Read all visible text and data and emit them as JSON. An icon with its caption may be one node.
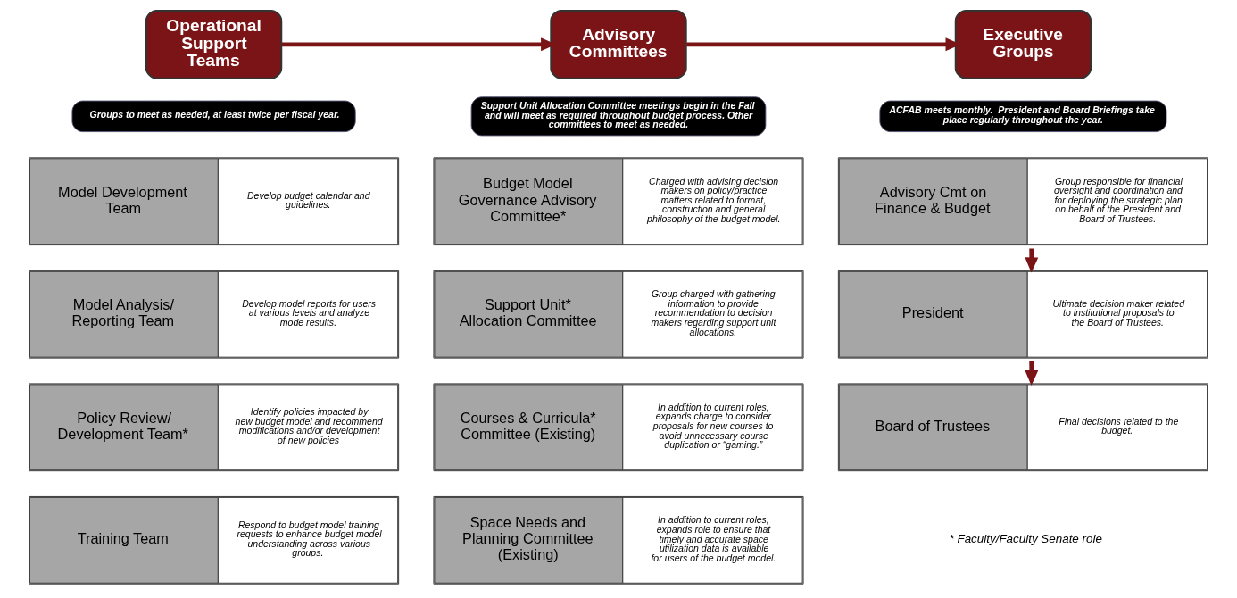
{
  "diagram": {
    "nodes": [
      {
        "text": [
          "Operational Support Teams"
        ]
      },
      {
        "text": [
          "Advisory Committees"
        ]
      },
      {
        "text": [
          "Executive Groups"
        ]
      },
      {
        "text": [
          "Groups to meet as needed, at least twice per fiscal year."
        ]
      },
      {
        "text": [
          "Support Unit Allocation Committee meetings begin in the Fall and will meet as required throughout budget process. Other committees to meet as needed."
        ]
      },
      {
        "text": [
          "ACFAB meets monthly.  President and Board Briefings take place regularly throughout the year."
        ]
      },
      {
        "text": [
          "Model Development Team",
          "Develop budget calendar and guidelines."
        ]
      },
      {
        "text": [
          "Model Analysis/ Reporting Team",
          "Develop model reports for users at various levels and analyze mode results."
        ]
      },
      {
        "text": [
          "Policy Review/ Development Team*",
          "Identify policies impacted by new budget model and recommend modifications and/or development of new policies"
        ]
      },
      {
        "text": [
          "Training Team",
          "Respond to budget model training requests to enhance budget model understanding across various groups."
        ]
      },
      {
        "text": [
          "Budget Model Governance Advisory Committee*",
          "Charged with advising decision makers on policy/practice matters related to format, construction and general philosophy of the budget model."
        ]
      },
      {
        "text": [
          "Support Unit* Allocation Committee",
          "Group charged with gathering information to provide recommendation to decision makers regarding support unit allocations."
        ]
      },
      {
        "text": [
          "Courses & Curricula* Committee (Existing)",
          "In addition to current roles, expands charge to consider proposals for new courses to avoid unnecessary course duplication or “gaming.”"
        ]
      },
      {
        "text": [
          "Space Needs and Planning Committee (Existing)",
          "In addition to current roles, expands role to ensure that timely and accurate space utilization data is available for users of the budget model."
        ]
      },
      {
        "text": [
          "Advisory Cmt on Finance & Budget",
          "Group responsible for financial oversight and coordination and for deploying the strategic plan on behalf of the President and Board of Trustees."
        ]
      },
      {
        "text": [
          "President",
          "Ultimate decision maker related to institutional proposals to the Board of Trustees."
        ]
      },
      {
        "text": [
          "Board of Trustees",
          "Final decisions related to the budget."
        ]
      }
    ],
    "edges": [
      {
        "from": 0,
        "to": 1,
        "arrow": "to"
      },
      {
        "from": 1,
        "to": 2,
        "arrow": "to"
      },
      {
        "from": 14,
        "to": 15,
        "arrow": "to"
      },
      {
        "from": 15,
        "to": 16,
        "arrow": "to"
      }
    ],
    "labels": [
      "* Faculty/Faculty Senate role"
    ]
  }
}
